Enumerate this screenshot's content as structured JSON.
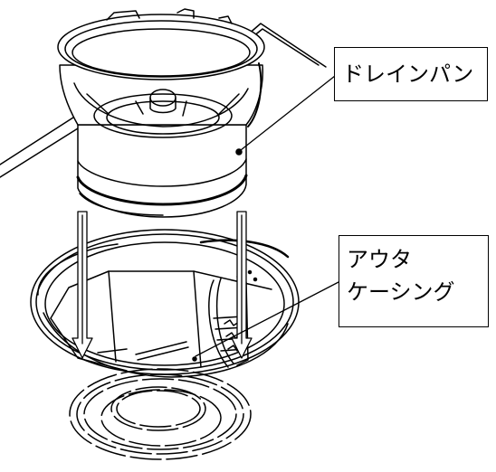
{
  "labels": {
    "drain_pan": "ドレインパン",
    "outer_casing_line1": "アウタ",
    "outer_casing_line2": "ケーシング"
  },
  "colors": {
    "line": "#000000",
    "background": "#ffffff"
  }
}
